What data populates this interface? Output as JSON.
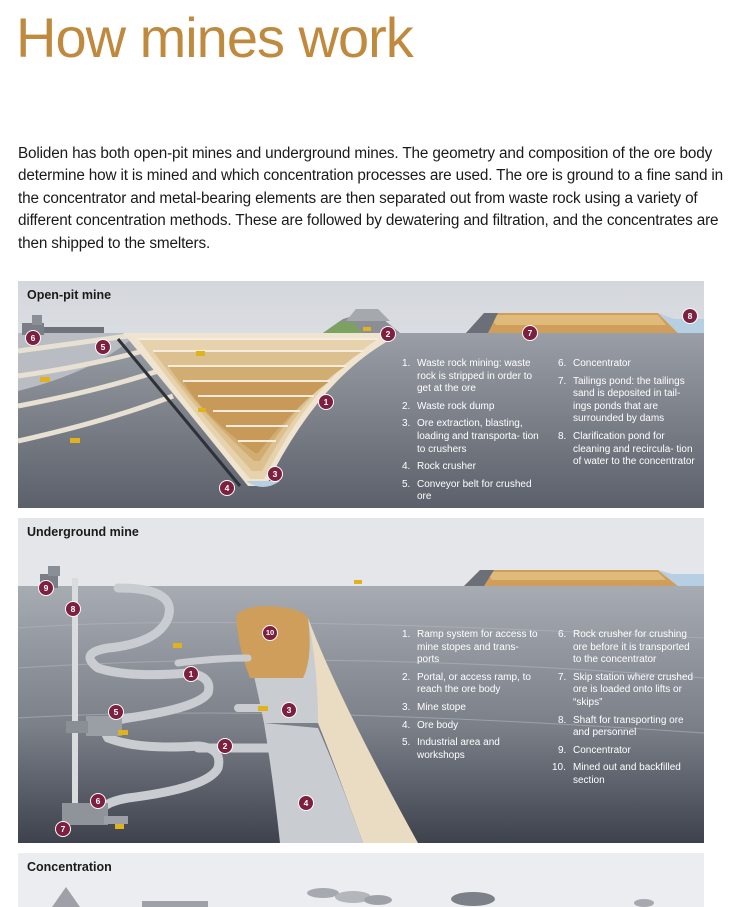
{
  "title": "How mines work",
  "intro": "Boliden has both open-pit mines and underground mines. The geometry and composition of the ore body determine how it is mined and which concentration processes are used. The ore is ground to a fine sand in the concentrator and metal-bearing elements are then separated out from waste rock using a variety of different concentration methods. These are followed by dewatering and filtration, and the concentrates are then shipped to the smelters.",
  "open_pit": {
    "title": "Open-pit mine",
    "legend_left": [
      {
        "n": "1.",
        "text": "Waste rock mining: waste rock is stripped in order to get at the ore"
      },
      {
        "n": "2.",
        "text": "Waste rock dump"
      },
      {
        "n": "3.",
        "text": "Ore extraction, blasting, loading and transporta- tion to crushers"
      },
      {
        "n": "4.",
        "text": "Rock crusher"
      },
      {
        "n": "5.",
        "text": "Conveyor belt for crushed ore"
      }
    ],
    "legend_right": [
      {
        "n": "6.",
        "text": "Concentrator"
      },
      {
        "n": "7.",
        "text": "Tailings pond: the tailings sand is deposited in tail- ings ponds that are surrounded by dams"
      },
      {
        "n": "8.",
        "text": "Clarification pond for cleaning and recircula- tion of water to the concentrator"
      }
    ],
    "badges": [
      "1",
      "2",
      "3",
      "4",
      "5",
      "6",
      "7",
      "8"
    ]
  },
  "underground": {
    "title": "Underground mine",
    "legend_left": [
      {
        "n": "1.",
        "text": "Ramp system for access to mine stopes and trans- ports"
      },
      {
        "n": "2.",
        "text": "Portal, or access ramp, to reach the ore body"
      },
      {
        "n": "3.",
        "text": "Mine stope"
      },
      {
        "n": "4.",
        "text": "Ore body"
      },
      {
        "n": "5.",
        "text": "Industrial area and workshops"
      }
    ],
    "legend_right": [
      {
        "n": "6.",
        "text": "Rock crusher for crushing ore before it is transported to the concentrator"
      },
      {
        "n": "7.",
        "text": "Skip station where crushed ore is loaded onto lifts or “skips”"
      },
      {
        "n": "8.",
        "text": "Shaft for transporting ore and personnel"
      },
      {
        "n": "9.",
        "text": "Concentrator"
      },
      {
        "n": "10.",
        "text": "Mined out and backfilled section"
      }
    ],
    "badges": [
      "1",
      "2",
      "3",
      "4",
      "5",
      "6",
      "7",
      "8",
      "9",
      "10"
    ]
  },
  "concentration": {
    "title": "Concentration"
  },
  "colors": {
    "title": "#c08a3e",
    "badge": "#7d1f3e",
    "panel_sky": "#dcdfe3",
    "rock_light": "#a9adb4",
    "rock_dark": "#555a64",
    "ore": "#cf9e5a",
    "pond": "#b7cfe3"
  }
}
